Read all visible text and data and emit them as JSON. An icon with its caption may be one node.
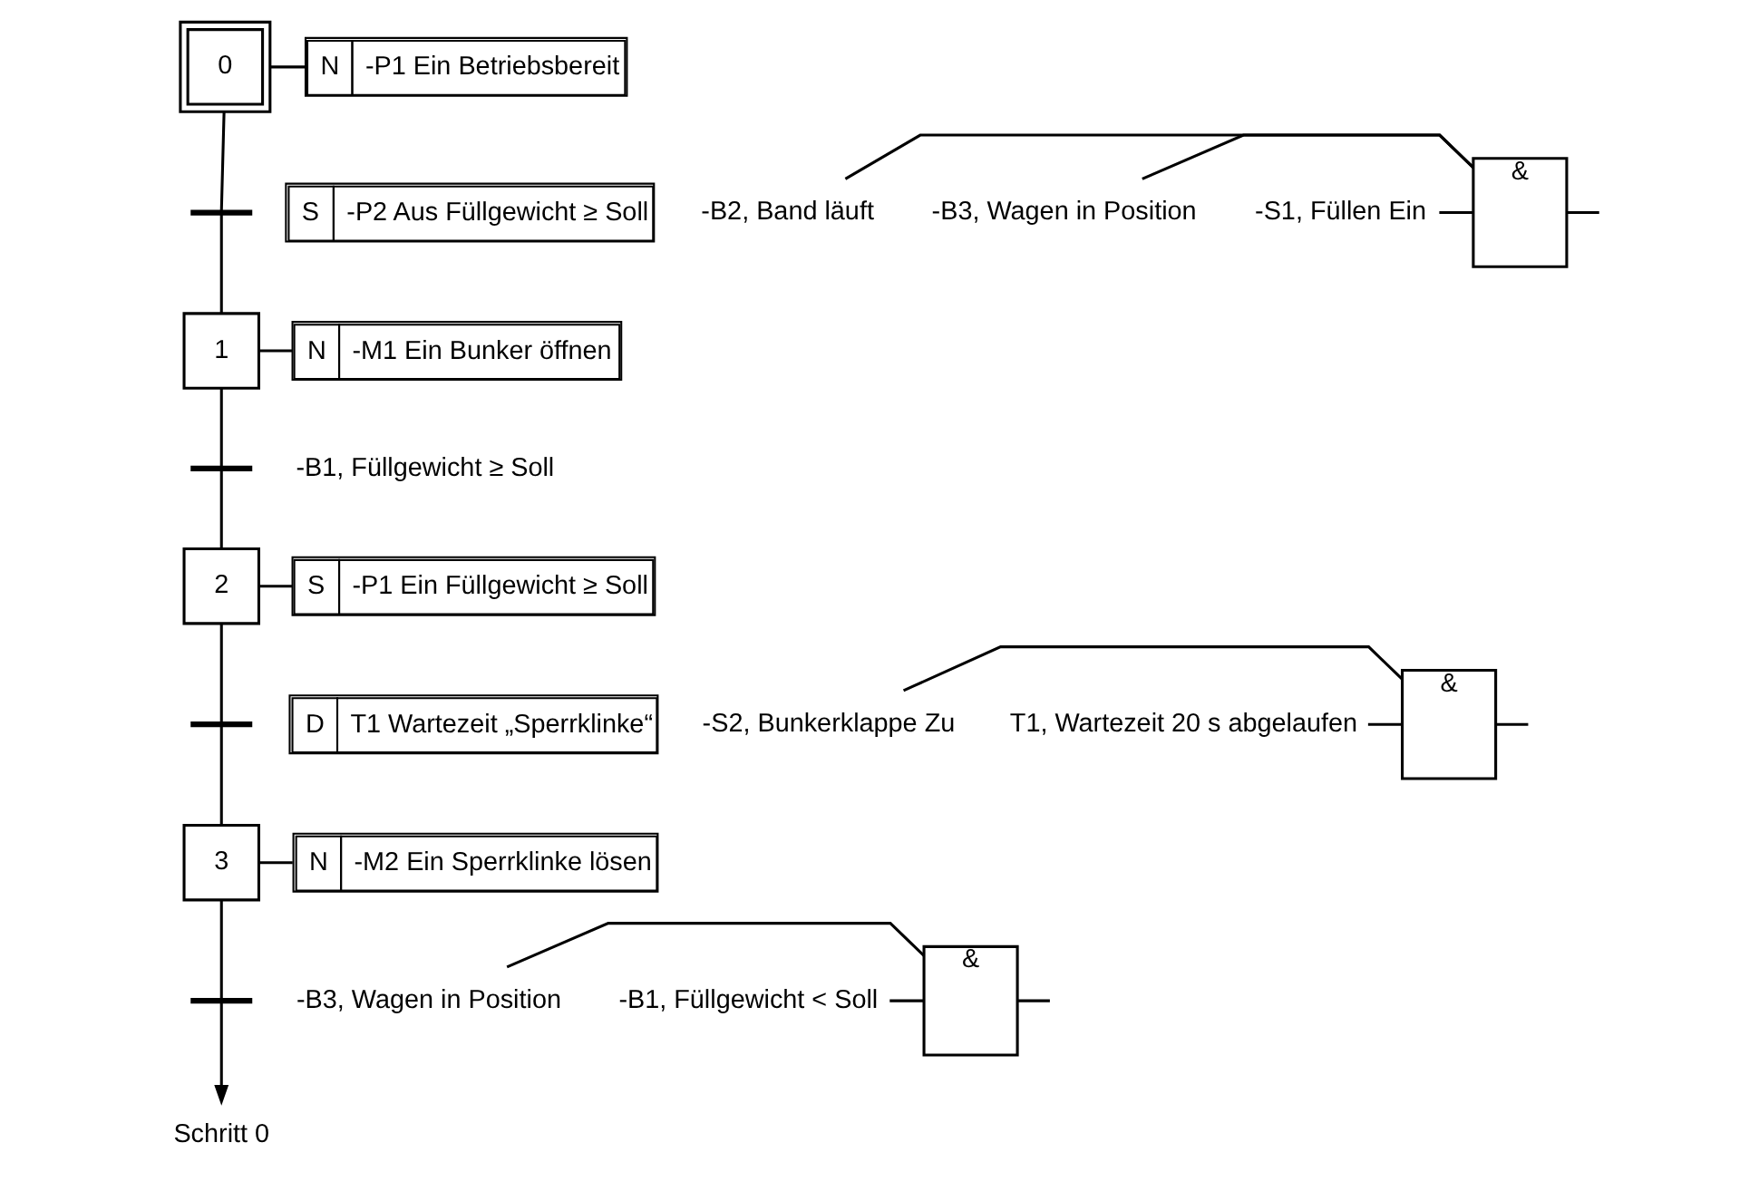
{
  "diagram": {
    "nodes": [
      {
        "text": [
          "0"
        ]
      },
      {
        "text": [
          "N",
          "-P1 Ein Betriebsbereit"
        ]
      },
      {
        "text": [
          "S",
          "-P2 Aus Füllgewicht ≥ Soll"
        ]
      },
      {
        "text": [
          "-B2, Band läuft"
        ]
      },
      {
        "text": [
          "-B3, Wagen in Position"
        ]
      },
      {
        "text": [
          "-S1, Füllen Ein"
        ]
      },
      {
        "text": [
          "&"
        ]
      },
      {
        "text": [],
        "shape": "bar"
      },
      {
        "text": [
          "1"
        ]
      },
      {
        "text": [
          "N",
          "-M1 Ein Bunker öffnen"
        ]
      },
      {
        "text": [],
        "shape": "bar"
      },
      {
        "text": [
          "2"
        ]
      },
      {
        "text": [
          "S",
          "-P1 Ein Füllgewicht ≥ Soll"
        ]
      },
      {
        "text": [
          "D",
          "T1 Wartezeit „Sperrklinke“"
        ]
      },
      {
        "text": [
          "-S2, Bunkerklappe Zu"
        ]
      },
      {
        "text": [
          "T1, Wartezeit 20 s abgelaufen"
        ]
      },
      {
        "text": [
          "&"
        ]
      },
      {
        "text": [],
        "shape": "bar"
      },
      {
        "text": [
          "3"
        ]
      },
      {
        "text": [
          "N",
          "-M2 Ein Sperrklinke lösen"
        ]
      },
      {
        "text": [
          "-B3, Wagen in Position"
        ]
      },
      {
        "text": [
          "-B1, Füllgewicht < Soll"
        ]
      },
      {
        "text": [
          "&"
        ]
      },
      {
        "text": [],
        "shape": "bar"
      },
      {
        "text": [
          "Schritt 0"
        ]
      }
    ],
    "edges": [
      {
        "from": 0,
        "to": 7,
        "arrow": "none"
      },
      {
        "from": 7,
        "to": 8,
        "arrow": "none"
      },
      {
        "from": 8,
        "to": 10,
        "arrow": "none"
      },
      {
        "from": 10,
        "to": 11,
        "arrow": "none"
      },
      {
        "from": 11,
        "to": 17,
        "arrow": "none"
      },
      {
        "from": 17,
        "to": 18,
        "arrow": "none"
      },
      {
        "from": 18,
        "to": 23,
        "arrow": "none"
      },
      {
        "from": 23,
        "to": 24,
        "arrow": "to"
      },
      {
        "from": 0,
        "to": 1,
        "arrow": "none"
      },
      {
        "from": 8,
        "to": 9,
        "arrow": "none"
      },
      {
        "from": 11,
        "to": 12,
        "arrow": "none"
      },
      {
        "from": 18,
        "to": 19,
        "arrow": "none"
      },
      {
        "from": 3,
        "to": 6,
        "arrow": "none"
      },
      {
        "from": 4,
        "to": 6,
        "arrow": "none"
      },
      {
        "from": 5,
        "to": 6,
        "arrow": "none"
      },
      {
        "from": 6,
        "to": null,
        "arrow": "none"
      },
      {
        "from": 14,
        "to": 16,
        "arrow": "none"
      },
      {
        "from": 15,
        "to": 16,
        "arrow": "none"
      },
      {
        "from": 16,
        "to": null,
        "arrow": "none"
      },
      {
        "from": 20,
        "to": 22,
        "arrow": "none"
      },
      {
        "from": 21,
        "to": 22,
        "arrow": "none"
      },
      {
        "from": 22,
        "to": null,
        "arrow": "none"
      }
    ],
    "labels": [
      "-B1, Füllgewicht ≥ Soll"
    ]
  }
}
